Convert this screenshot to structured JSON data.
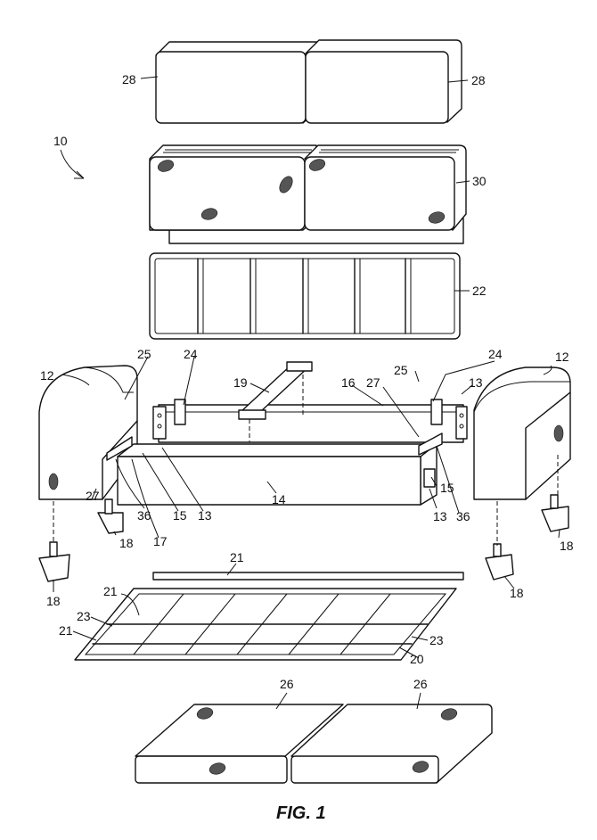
{
  "figure": {
    "caption": "FIG. 1",
    "reference_numerals": {
      "n10": "10",
      "n12": "12",
      "n13": "13",
      "n14": "14",
      "n15": "15",
      "n16": "16",
      "n17": "17",
      "n18": "18",
      "n19": "19",
      "n20": "20",
      "n21": "21",
      "n22": "22",
      "n23": "23",
      "n24": "24",
      "n25": "25",
      "n26": "26",
      "n27": "27",
      "n28": "28",
      "n30": "30",
      "n36": "36"
    }
  }
}
